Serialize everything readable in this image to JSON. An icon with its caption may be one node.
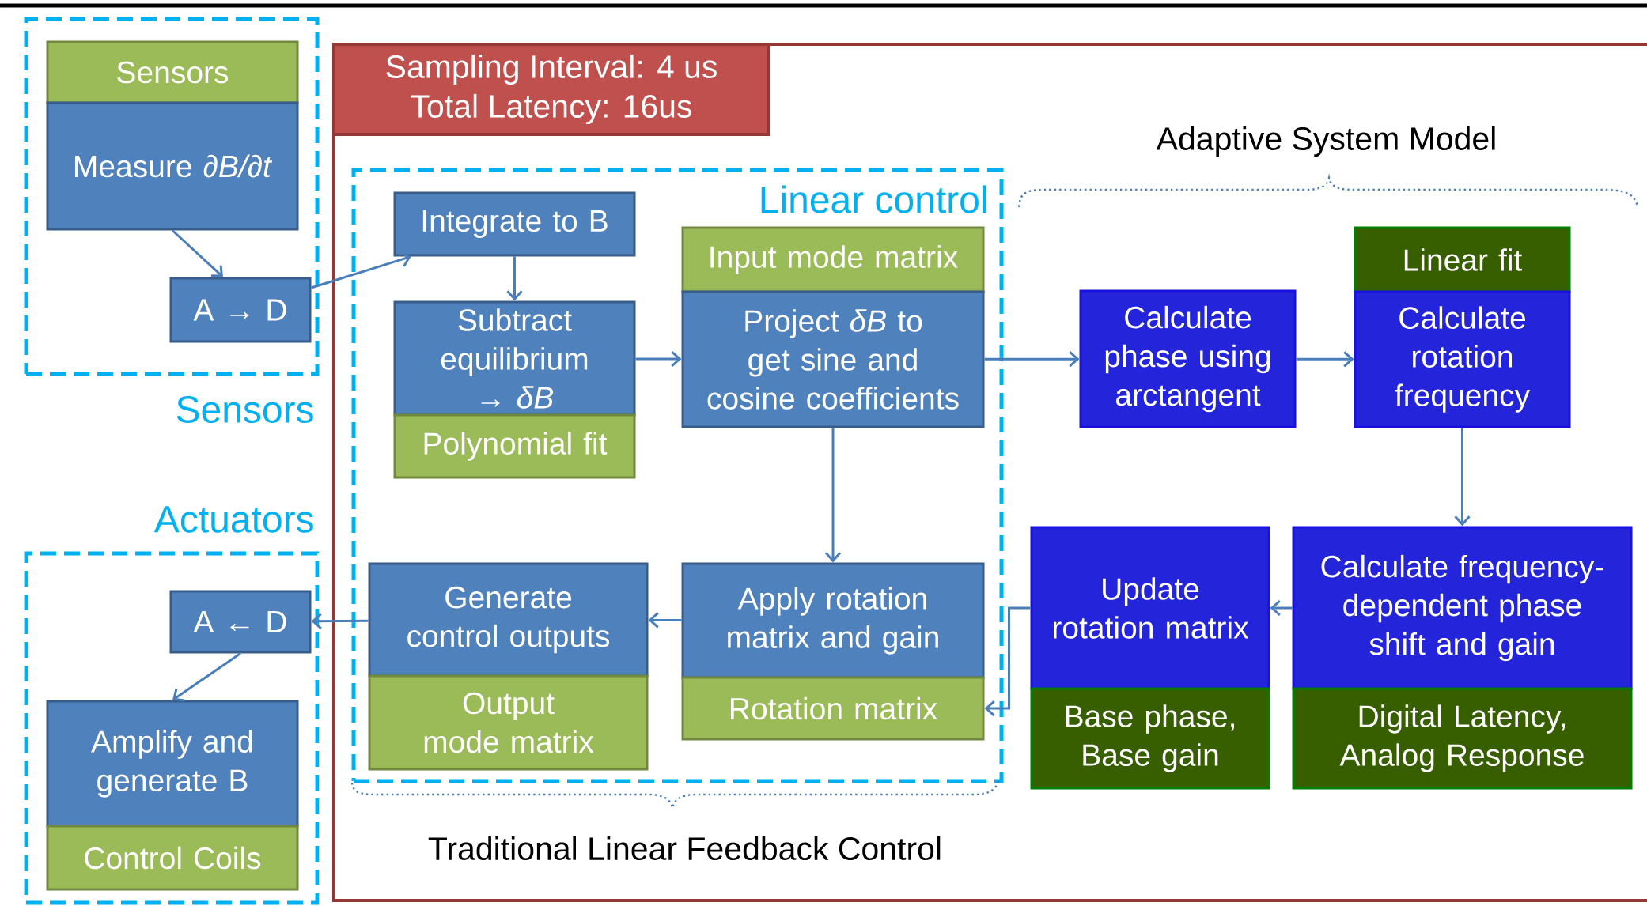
{
  "diagram": {
    "nodes": [
      {
        "text": [
          "Sensors"
        ]
      },
      {
        "text": [
          "Sensors"
        ],
        "in": 0
      },
      {
        "text": [
          "Measure *∂B/∂t*"
        ],
        "in": 0
      },
      {
        "text": [
          "A → D"
        ],
        "in": 0
      },
      {
        "text": [
          "Sampling Interval: 4 us",
          "Total Latency: 16us"
        ]
      },
      {
        "text": [
          "Linear control"
        ],
        "in": 4
      },
      {
        "text": [
          "Integrate to B"
        ],
        "in": 5
      },
      {
        "text": [
          "Subtract equilibrium → *δB*"
        ],
        "in": 5
      },
      {
        "text": [
          "Polynomial fit"
        ],
        "in": 5
      },
      {
        "text": [
          "Input mode matrix"
        ],
        "in": 5
      },
      {
        "text": [
          "Project *δB* to get sine and cosine coefficients"
        ],
        "in": 5
      },
      {
        "text": [
          "Generate control outputs"
        ],
        "in": 5
      },
      {
        "text": [
          "Output mode matrix"
        ],
        "in": 5
      },
      {
        "text": [
          "Apply rotation matrix and gain"
        ],
        "in": 5
      },
      {
        "text": [
          "Rotation matrix"
        ],
        "in": 5
      },
      {
        "text": [
          "Calculate phase using arctangent"
        ],
        "in": 4
      },
      {
        "text": [
          "Linear fit"
        ],
        "in": 4
      },
      {
        "text": [
          "Calculate rotation frequency"
        ],
        "in": 4
      },
      {
        "text": [
          "Update rotation matrix"
        ],
        "in": 4
      },
      {
        "text": [
          "Base phase, Base gain"
        ],
        "in": 4
      },
      {
        "text": [
          "Calculate frequency-dependent phase shift and gain"
        ],
        "in": 4
      },
      {
        "text": [
          "Digital Latency, Analog Response"
        ],
        "in": 4
      },
      {
        "text": [
          "Actuators"
        ]
      },
      {
        "text": [
          "A ← D"
        ],
        "in": 22
      },
      {
        "text": [
          "Amplify and generate B"
        ],
        "in": 22
      },
      {
        "text": [
          "Control Coils"
        ],
        "in": 22
      }
    ],
    "edges": [
      {
        "from": 2,
        "to": 3,
        "arrow": "to"
      },
      {
        "from": 3,
        "to": 6,
        "arrow": "to"
      },
      {
        "from": 6,
        "to": 7,
        "arrow": "to"
      },
      {
        "from": 7,
        "to": 10,
        "arrow": "to"
      },
      {
        "from": 10,
        "to": 15,
        "arrow": "to"
      },
      {
        "from": 15,
        "to": 17,
        "arrow": "to"
      },
      {
        "from": 17,
        "to": 20,
        "arrow": "to"
      },
      {
        "from": 20,
        "to": 18,
        "arrow": "to"
      },
      {
        "from": 18,
        "to": 14,
        "arrow": "to"
      },
      {
        "from": 10,
        "to": 13,
        "arrow": "to"
      },
      {
        "from": 13,
        "to": 11,
        "arrow": "to"
      },
      {
        "from": 11,
        "to": 23,
        "arrow": "to"
      },
      {
        "from": 23,
        "to": 24,
        "arrow": "to"
      }
    ],
    "labels": [
      "Adaptive System Model",
      "Traditional Linear Feedback Control"
    ]
  }
}
